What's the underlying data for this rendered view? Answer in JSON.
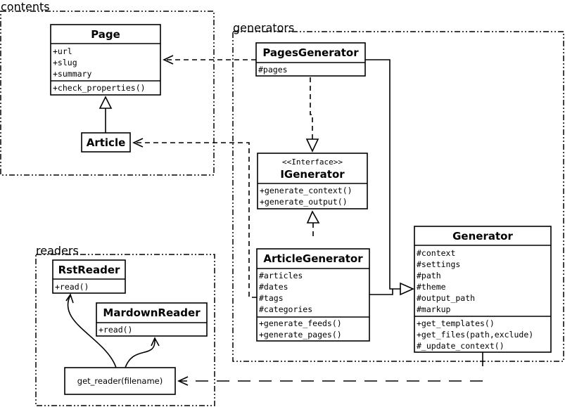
{
  "packages": {
    "contents": "contents",
    "generators": "generators",
    "readers": "readers"
  },
  "classes": {
    "page": {
      "name": "Page",
      "attributes": [
        "+url",
        "+slug",
        "+summary"
      ],
      "methods": [
        "+check_properties()"
      ]
    },
    "article": {
      "name": "Article"
    },
    "pages_generator": {
      "name": "PagesGenerator",
      "attributes": [
        "#pages"
      ]
    },
    "igenerator": {
      "stereotype": "<<Interface>>",
      "name": "IGenerator",
      "methods": [
        "+generate_context()",
        "+generate_output()"
      ]
    },
    "article_generator": {
      "name": "ArticleGenerator",
      "attributes": [
        "#articles",
        "#dates",
        "#tags",
        "#categories"
      ],
      "methods": [
        "+generate_feeds()",
        "+generate_pages()"
      ]
    },
    "generator": {
      "name": "Generator",
      "attributes": [
        "#context",
        "#settings",
        "#path",
        "#theme",
        "#output_path",
        "#markup"
      ],
      "methods": [
        "+get_templates()",
        "+get_files(path,exclude)",
        "#_update_context()"
      ]
    },
    "rst_reader": {
      "name": "RstReader",
      "methods": [
        "+read()"
      ]
    },
    "mardown_reader": {
      "name": "MardownReader",
      "methods": [
        "+read()"
      ]
    },
    "get_reader": {
      "name": "get_reader(filename)"
    }
  }
}
